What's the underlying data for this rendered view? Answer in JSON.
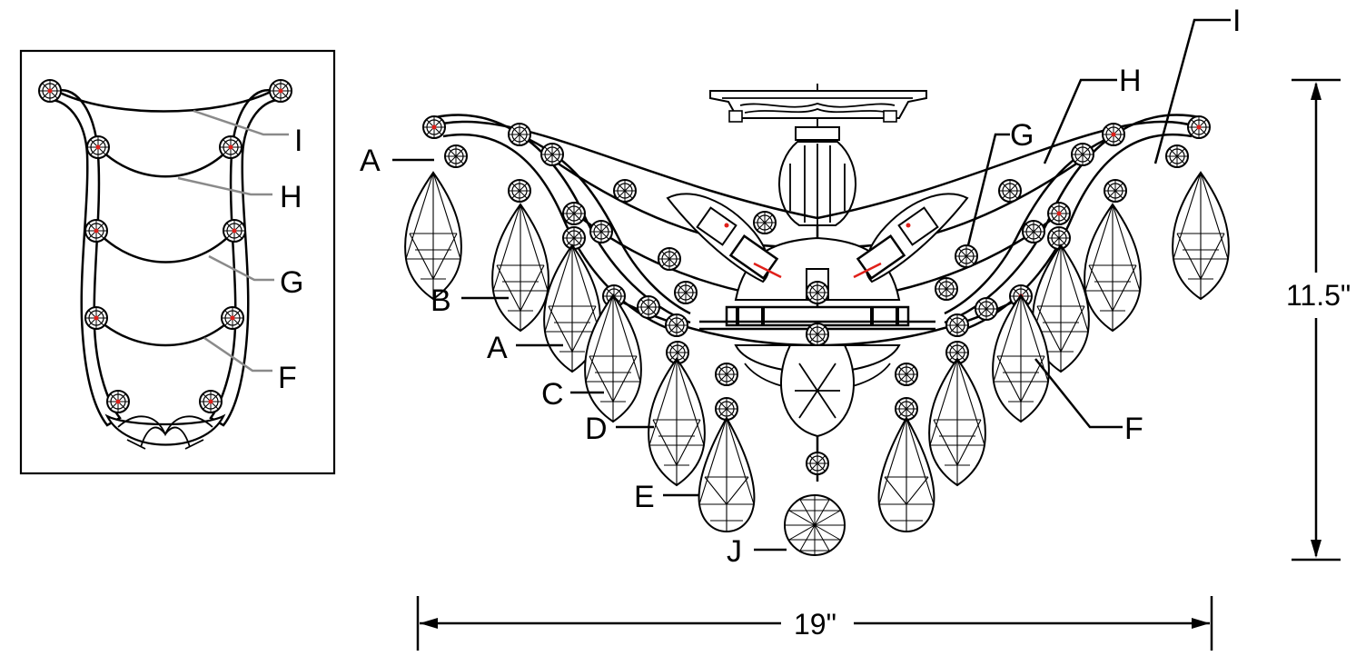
{
  "callouts": {
    "inset": {
      "I": "I",
      "H": "H",
      "G": "G",
      "F": "F"
    },
    "main": {
      "A_top": "A",
      "B": "B",
      "A_mid": "A",
      "C": "C",
      "D": "D",
      "E": "E",
      "J": "J",
      "G": "G",
      "H": "H",
      "I": "I",
      "F": "F"
    }
  },
  "dimensions": {
    "width": "19\"",
    "height": "11.5\""
  },
  "colors": {
    "line": "#000000",
    "leader_grey": "#8a8a8a",
    "accent_red": "#e0201a"
  }
}
